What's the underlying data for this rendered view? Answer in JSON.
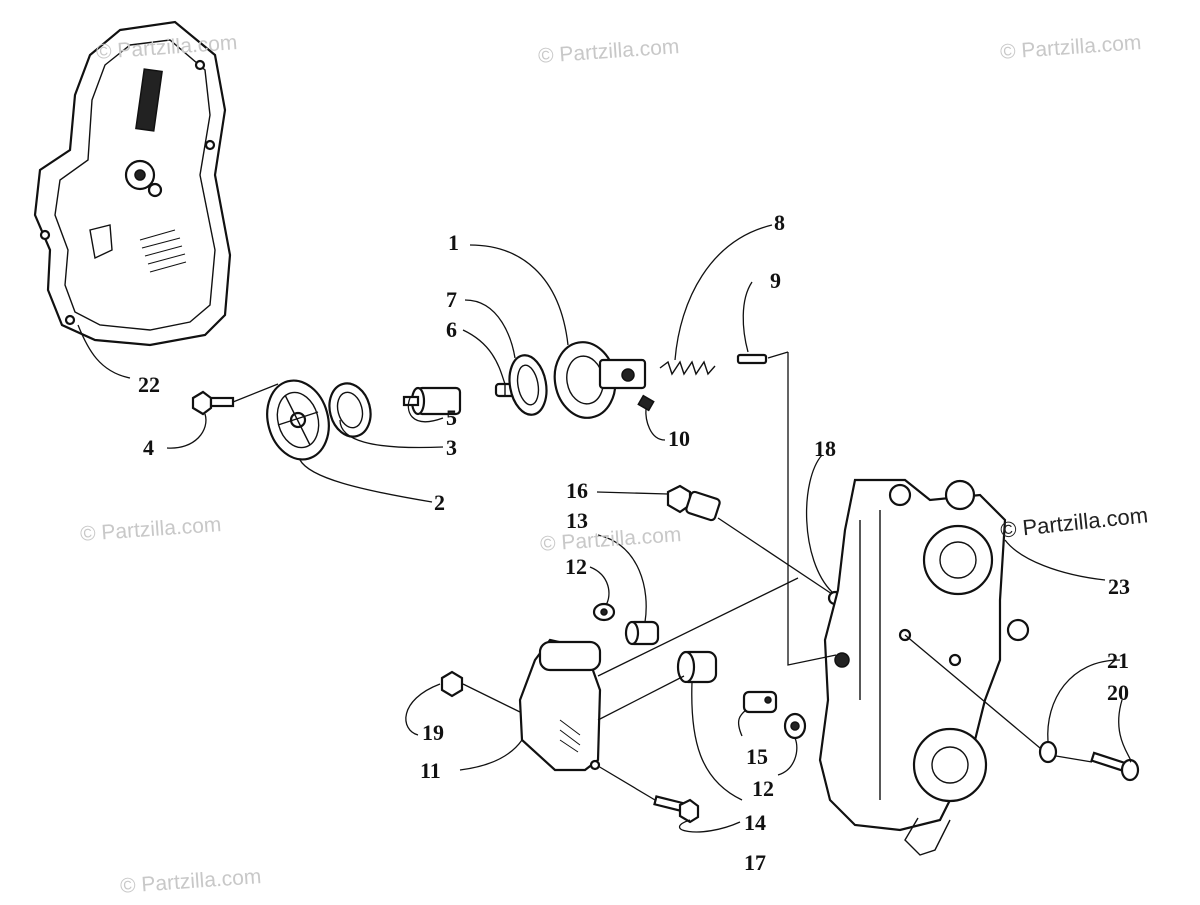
{
  "watermarks": {
    "w1": "© Partzilla.com",
    "w2": "© Partzilla.com",
    "w3": "© Partzilla.com",
    "w4": "© Partzilla.com",
    "w5": "© Partzilla.com",
    "w6": "© Partzilla.com",
    "w7": "© Partzilla.com"
  },
  "callouts": {
    "c1": "1",
    "c2": "2",
    "c3": "3",
    "c4": "4",
    "c5": "5",
    "c6": "6",
    "c7": "7",
    "c8": "8",
    "c9": "9",
    "c10": "10",
    "c11": "11",
    "c12a": "12",
    "c12b": "12",
    "c13": "13",
    "c14": "14",
    "c15": "15",
    "c16": "16",
    "c17": "17",
    "c18": "18",
    "c19": "19",
    "c20": "20",
    "c21": "21",
    "c22": "22",
    "c23": "23"
  },
  "colors": {
    "ink": "#111111",
    "watermark": "#c8c8c8",
    "background": "#ffffff"
  }
}
